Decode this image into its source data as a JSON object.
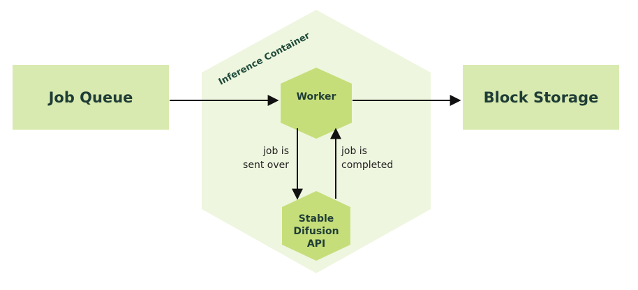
{
  "container": {
    "label": "Inference Container"
  },
  "nodes": {
    "job_queue": {
      "label": "Job Queue"
    },
    "worker": {
      "label": "Worker"
    },
    "block_storage": {
      "label": "Block Storage"
    },
    "stable_diffusion": {
      "label_lines": [
        "Stable",
        "Difusion",
        "API"
      ]
    }
  },
  "edges": {
    "sent_over": {
      "lines": [
        "job is",
        "sent over"
      ]
    },
    "completed": {
      "lines": [
        "job is",
        "completed"
      ]
    }
  },
  "colors": {
    "container_fill": "#eef6df",
    "box_fill": "#d9eab0",
    "hex_fill": "#c6de7a",
    "text_dark": "#1f3d36",
    "arrow": "#111111"
  }
}
